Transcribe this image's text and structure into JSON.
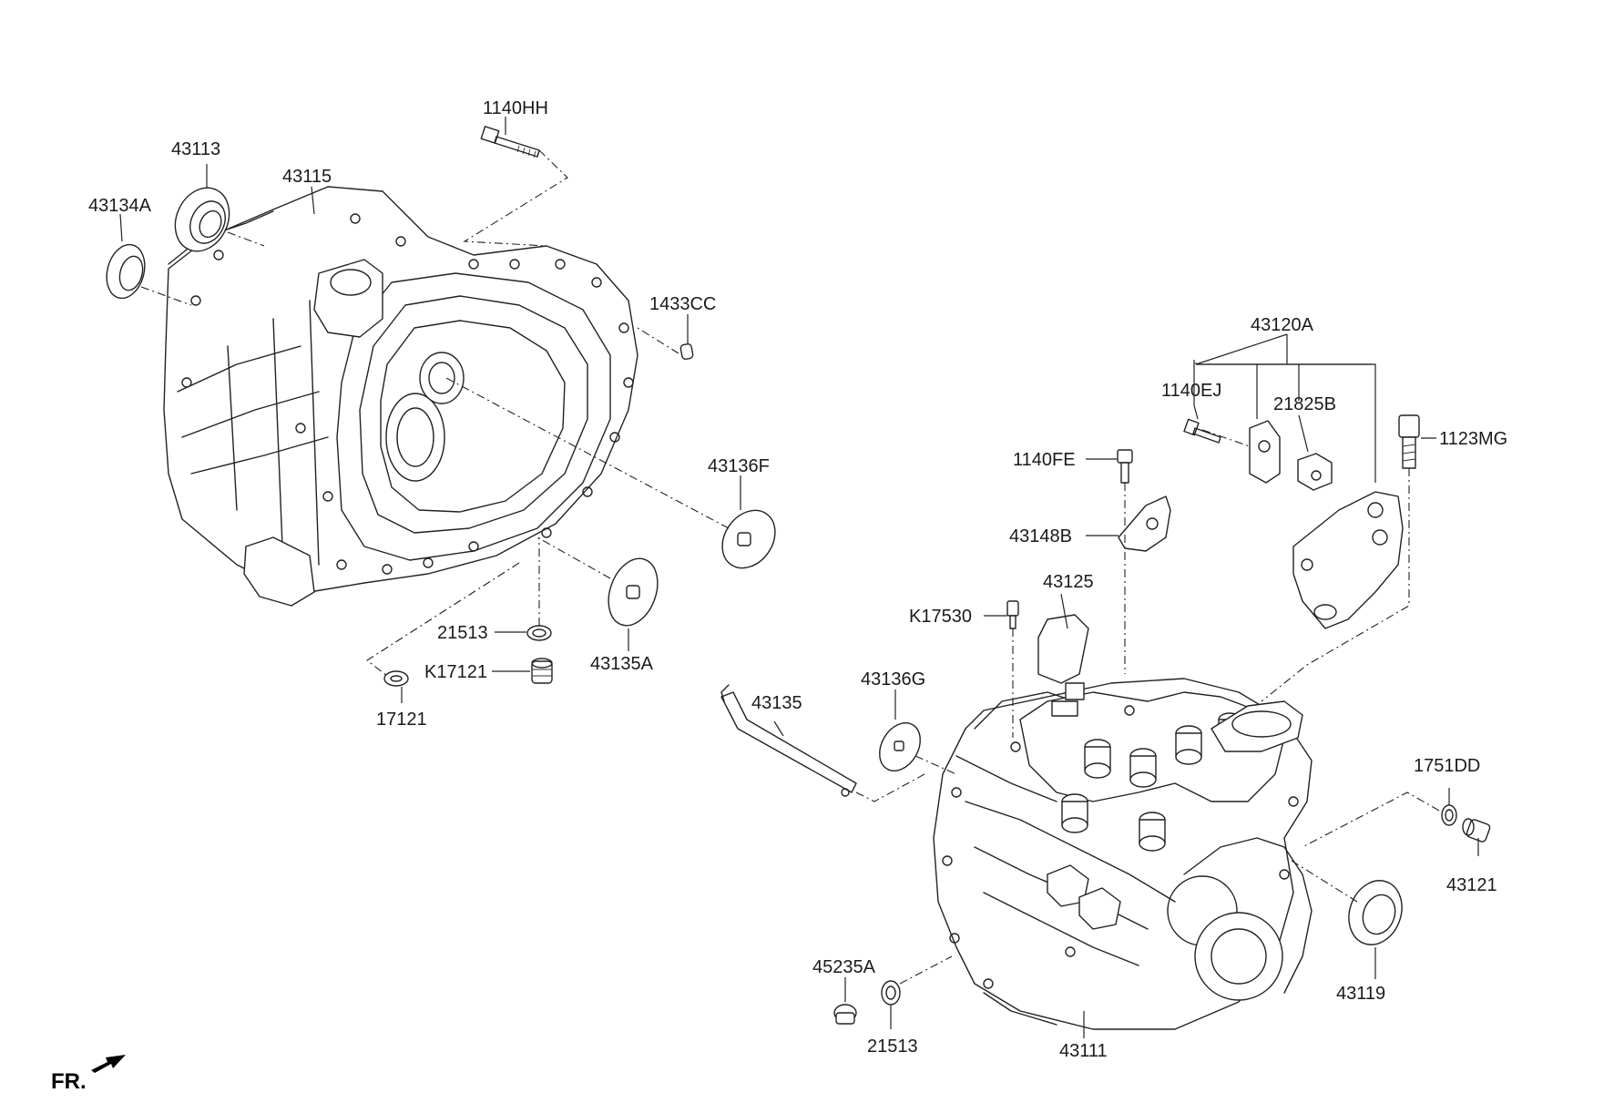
{
  "title": "",
  "direction_label": "FR.",
  "labels": {
    "p1140HH": "1140HH",
    "p43113": "43113",
    "p43115": "43115",
    "p43134A": "43134A",
    "p1433CC": "1433CC",
    "p43136F": "43136F",
    "p21513a": "21513",
    "p43135A": "43135A",
    "pK17121": "K17121",
    "p17121": "17121",
    "p43120A": "43120A",
    "p1140EJ": "1140EJ",
    "p21825B": "21825B",
    "p1123MG": "1123MG",
    "p1140FE": "1140FE",
    "p43148B": "43148B",
    "p43125": "43125",
    "pK17530": "K17530",
    "p43136G": "43136G",
    "p43135": "43135",
    "p1751DD": "1751DD",
    "p43121": "43121",
    "p43119": "43119",
    "p45235A": "45235A",
    "p21513b": "21513",
    "p43111": "43111"
  }
}
